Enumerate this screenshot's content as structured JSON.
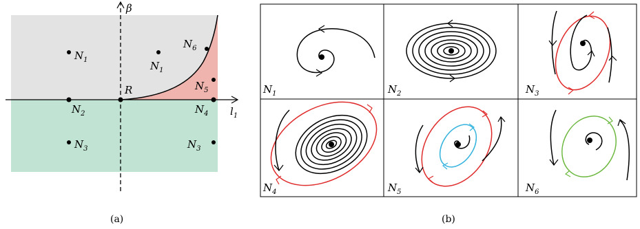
{
  "panel_a": {
    "axis_y_label": "β",
    "axis_x_label": {
      "main": "l",
      "sub": "1"
    },
    "origin_label": "R",
    "points": [
      {
        "id": "N1-left",
        "main": "N",
        "sub": "1"
      },
      {
        "id": "N1-right",
        "main": "N",
        "sub": "1"
      },
      {
        "id": "N6",
        "main": "N",
        "sub": "6"
      },
      {
        "id": "N5",
        "main": "N",
        "sub": "5"
      },
      {
        "id": "N2",
        "main": "N",
        "sub": "2"
      },
      {
        "id": "N4",
        "main": "N",
        "sub": "4"
      },
      {
        "id": "N3-left",
        "main": "N",
        "sub": "3"
      },
      {
        "id": "N3-right",
        "main": "N",
        "sub": "3"
      }
    ],
    "caption": "(a)",
    "colors": {
      "upper_region": "#e3e3e3",
      "lower_region": "#c1e3d3",
      "wedge_region": "#efb4ad"
    }
  },
  "panel_b": {
    "caption": "(b)",
    "cells": [
      {
        "main": "N",
        "sub": "1"
      },
      {
        "main": "N",
        "sub": "2"
      },
      {
        "main": "N",
        "sub": "3"
      },
      {
        "main": "N",
        "sub": "4"
      },
      {
        "main": "N",
        "sub": "5"
      },
      {
        "main": "N",
        "sub": "6"
      }
    ],
    "colors": {
      "stable_cycle": "#e02b2b",
      "unstable_cycle": "#34b3de",
      "semistable_cycle": "#6cb83f"
    }
  }
}
